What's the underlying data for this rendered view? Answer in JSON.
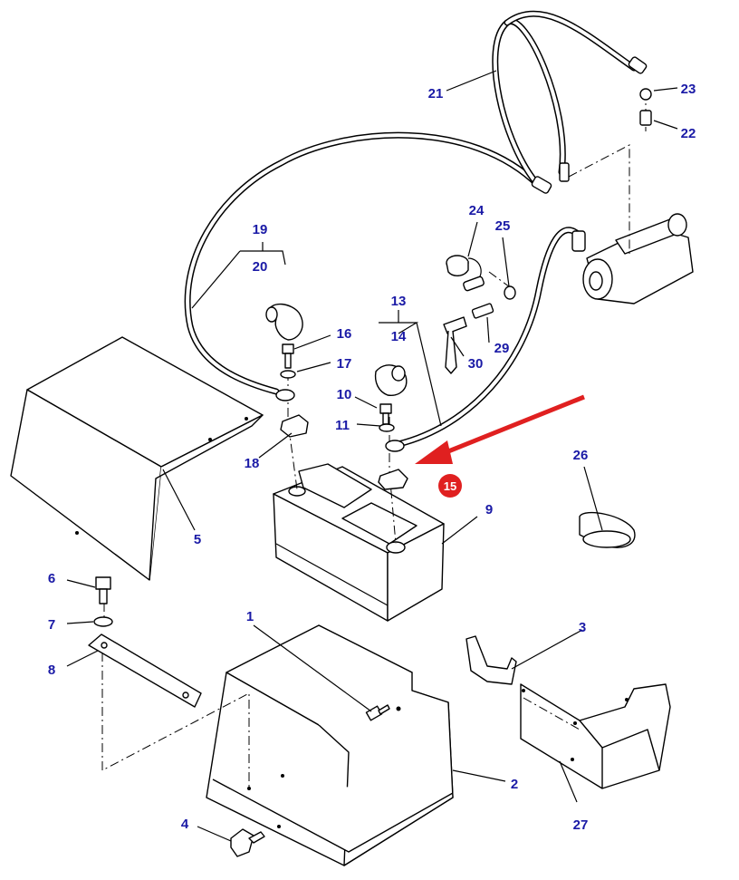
{
  "labels": {
    "p1": "1",
    "p2": "2",
    "p3": "3",
    "p4": "4",
    "p5": "5",
    "p6": "6",
    "p7": "7",
    "p8": "8",
    "p9": "9",
    "p10": "10",
    "p11": "11",
    "p13": "13",
    "p14": "14",
    "p15": "15",
    "p16": "16",
    "p17": "17",
    "p18": "18",
    "p19": "19",
    "p20": "20",
    "p21": "21",
    "p22": "22",
    "p23": "23",
    "p24": "24",
    "p25": "25",
    "p26": "26",
    "p27": "27",
    "p29": "29",
    "p30": "30"
  },
  "colors": {
    "label": "#1a1aa6",
    "highlight": "#e02020",
    "lines": "#000000"
  }
}
